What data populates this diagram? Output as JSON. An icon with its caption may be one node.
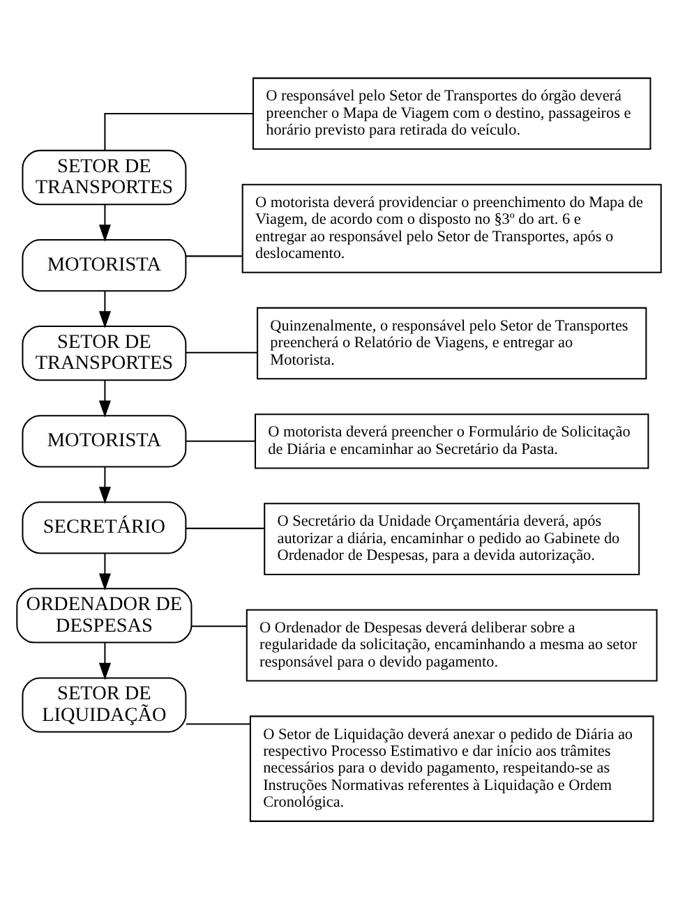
{
  "diagram": {
    "nodes": [
      {
        "text": [
          "SETOR DE TRANSPORTES"
        ]
      },
      {
        "text": [
          "O responsável pelo Setor de Transportes do órgão deverá preencher o Mapa de Viagem com o destino, passageiros e horário previsto para retirada do veículo."
        ]
      },
      {
        "text": [
          "MOTORISTA"
        ]
      },
      {
        "text": [
          "O motorista deverá providenciar o preenchimento do Mapa de Viagem, de acordo com o disposto no §3º do art. 6 e entregar ao responsável pelo Setor de Transportes, após o deslocamento."
        ]
      },
      {
        "text": [
          "SETOR DE TRANSPORTES"
        ]
      },
      {
        "text": [
          "Quinzenalmente, o responsável pelo Setor de Transportes preencherá o Relatório de Viagens, e entregar ao Motorista."
        ]
      },
      {
        "text": [
          "MOTORISTA"
        ]
      },
      {
        "text": [
          "O motorista deverá preencher o Formulário de Solicitação de Diária e encaminhar ao Secretário da Pasta."
        ]
      },
      {
        "text": [
          "SECRETÁRIO"
        ]
      },
      {
        "text": [
          "O Secretário da Unidade Orçamentária deverá, após autorizar a diária, encaminhar o pedido ao Gabinete do Ordenador de Despesas, para a devida autorização."
        ]
      },
      {
        "text": [
          "ORDENADOR DE DESPESAS"
        ]
      },
      {
        "text": [
          "O Ordenador de Despesas deverá deliberar sobre a regularidade da solicitação, encaminhando a mesma ao setor responsável para o devido pagamento."
        ]
      },
      {
        "text": [
          "SETOR DE LIQUIDAÇÃO"
        ]
      },
      {
        "text": [
          "O Setor de Liquidação deverá anexar o pedido de Diária ao respectivo Processo Estimativo e dar início aos trâmites necessários para o devido pagamento, respeitando-se as Instruções Normativas referentes à Liquidação e Ordem Cronológica."
        ]
      }
    ],
    "edges": [
      {
        "from": 0,
        "to": 1,
        "arrow": "none"
      },
      {
        "from": 0,
        "to": 2,
        "arrow": "to"
      },
      {
        "from": 2,
        "to": 3,
        "arrow": "none"
      },
      {
        "from": 2,
        "to": 4,
        "arrow": "to"
      },
      {
        "from": 4,
        "to": 5,
        "arrow": "none"
      },
      {
        "from": 4,
        "to": 6,
        "arrow": "to"
      },
      {
        "from": 6,
        "to": 7,
        "arrow": "none"
      },
      {
        "from": 6,
        "to": 8,
        "arrow": "to"
      },
      {
        "from": 8,
        "to": 9,
        "arrow": "none"
      },
      {
        "from": 8,
        "to": 10,
        "arrow": "to"
      },
      {
        "from": 10,
        "to": 11,
        "arrow": "none"
      },
      {
        "from": 10,
        "to": 12,
        "arrow": "to"
      },
      {
        "from": 12,
        "to": 13,
        "arrow": "none"
      }
    ]
  }
}
